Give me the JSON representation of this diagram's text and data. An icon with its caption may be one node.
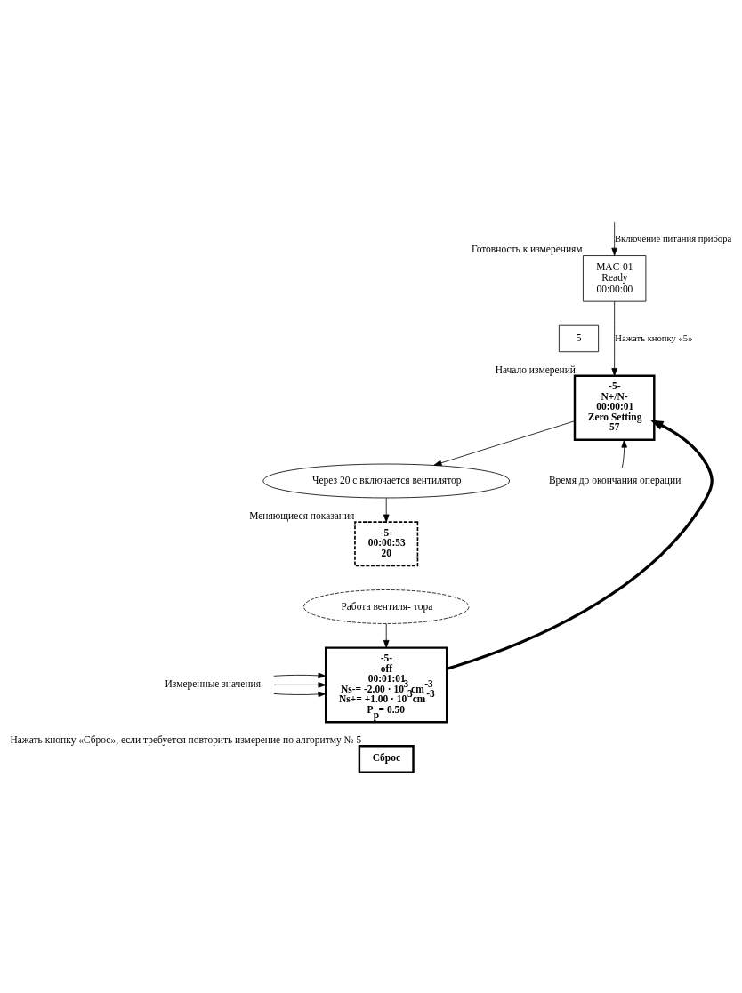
{
  "diagram": {
    "nodes": [
      {
        "text": [
          "MAC-01",
          "Ready",
          "00:00:00"
        ],
        "beside": [
          "Готовность к измерениям"
        ]
      },
      {
        "text": [
          "5"
        ]
      },
      {
        "text": [
          "-5-",
          "N+/N-",
          "00:00:01",
          "Zero Setting",
          "57"
        ],
        "beside": [
          "Начало измерений"
        ]
      },
      {
        "text": [
          "Через 20 с включается вентилятор"
        ]
      },
      {
        "text": [
          "-5-",
          "00:00:53",
          "20"
        ],
        "beside": [
          "Меняющиеся показания"
        ]
      },
      {
        "text": [
          "Работа вентиля- тора"
        ]
      },
      {
        "text": [
          "-5-",
          "off",
          "00:01:01",
          "Ns-= -2.00 · 10$^{3}$ cm$^{-3}$",
          "Ns+= +1.00 · 10$^{3}$cm$^{-3}$",
          "P$_{p}$= 0.50"
        ]
      },
      {
        "text": [
          "Измеренные значения"
        ]
      },
      {
        "text": [
          "Время до окончания операции"
        ]
      },
      {
        "text": [
          "Сброс"
        ],
        "beside": [
          "Нажать кнопку «Сброс», если требуется повторить измерение по алгоритму № 5"
        ]
      }
    ],
    "edges": [
      {
        "from": null,
        "to": 0,
        "arrow": "to",
        "label": "Включение питания прибора"
      },
      {
        "from": 0,
        "to": 2,
        "arrow": "to",
        "label": "Нажать кнопку «5»"
      },
      {
        "from": 2,
        "to": 3,
        "arrow": "to"
      },
      {
        "from": 3,
        "to": 4,
        "arrow": "to"
      },
      {
        "from": 5,
        "to": 6,
        "arrow": "to"
      },
      {
        "from": 6,
        "to": 2,
        "arrow": "to",
        "style": "thick"
      },
      {
        "from": 8,
        "to": 2,
        "arrow": "to"
      },
      {
        "from": 7,
        "to": 6,
        "arrow": "to"
      },
      {
        "from": 7,
        "to": 6,
        "arrow": "to"
      },
      {
        "from": 7,
        "to": 6,
        "arrow": "to"
      }
    ]
  }
}
